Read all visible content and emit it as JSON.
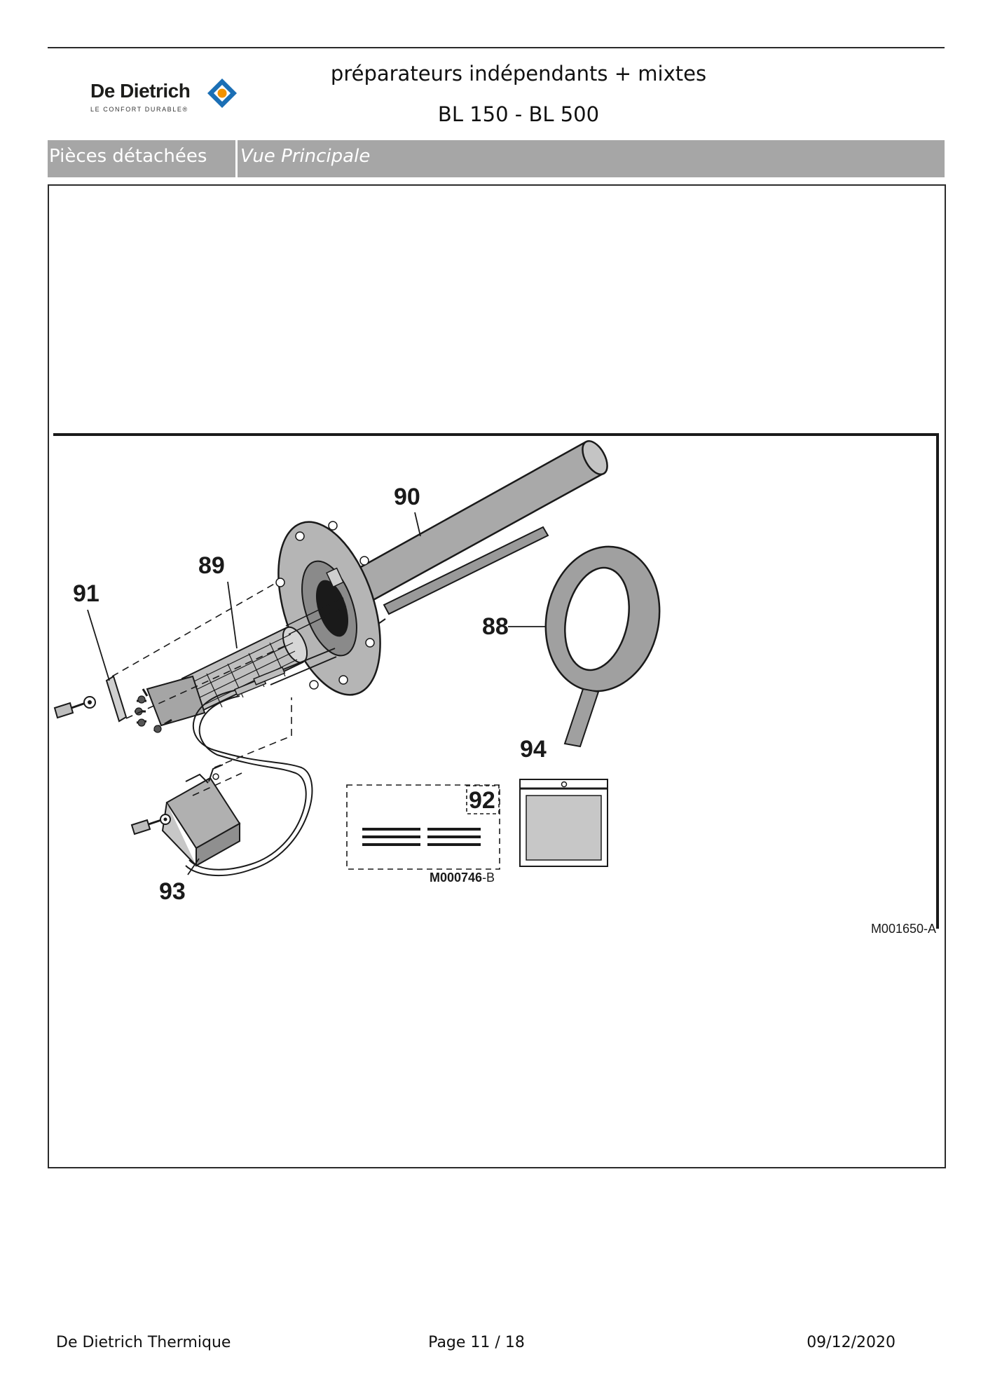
{
  "header": {
    "brand": "De Dietrich",
    "tagline": "LE CONFORT DURABLE®",
    "title_line1": "préparateurs indépendants + mixtes",
    "title_line2": "BL 150 - BL 500"
  },
  "section": {
    "label": "Pièces détachées",
    "view": "Vue Principale"
  },
  "diagram": {
    "parts": [
      {
        "id": "p90",
        "label": "90"
      },
      {
        "id": "p89",
        "label": "89"
      },
      {
        "id": "p91",
        "label": "91"
      },
      {
        "id": "p88",
        "label": "88"
      },
      {
        "id": "p94",
        "label": "94"
      },
      {
        "id": "p92",
        "label": "92"
      },
      {
        "id": "p93",
        "label": "93"
      }
    ],
    "sub_ref_bold": "M000746",
    "sub_ref_suffix": "-B",
    "main_ref": "M001650-A"
  },
  "footer": {
    "company": "De Dietrich Thermique",
    "page": "Page 11  /  18",
    "date": "09/12/2020"
  },
  "colors": {
    "section_bar": "#a6a6a6",
    "logo_blue": "#1b6fb5",
    "logo_orange": "#f39200",
    "part_gray": "#a9a9a9"
  }
}
